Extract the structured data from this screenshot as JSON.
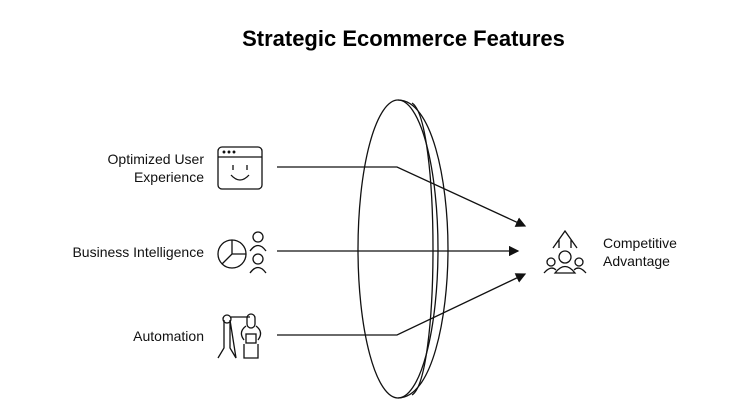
{
  "title": "Strategic Ecommerce Features",
  "inputs": [
    {
      "label": "Optimized User Experience",
      "line1": "Optimized User",
      "line2": "Experience",
      "icon": "smiley-browser-icon"
    },
    {
      "label": "Business Intelligence",
      "icon": "pie-chart-users-icon"
    },
    {
      "label": "Automation",
      "icon": "robot-arm-icon"
    }
  ],
  "output": {
    "line1": "Competitive",
    "line2": "Advantage",
    "icon": "team-growth-icon"
  }
}
